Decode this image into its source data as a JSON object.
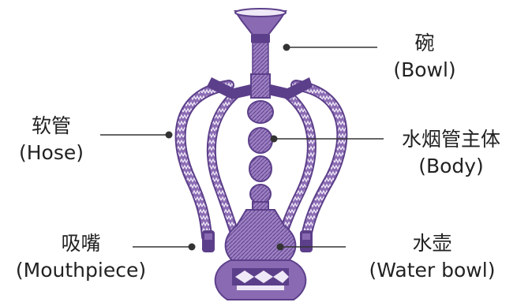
{
  "labels": {
    "bowl": {
      "cn": "碗",
      "en": "(Bowl)"
    },
    "hose": {
      "cn": "软管",
      "en": "(Hose)"
    },
    "body": {
      "cn": "水烟管主体",
      "en": "(Body)"
    },
    "mouthpiece": {
      "cn": "吸嘴",
      "en": "(Mouthpiece)"
    },
    "water_bowl": {
      "cn": "水壶",
      "en": "(Water bowl)"
    }
  },
  "colors": {
    "hookah_fill": "#8a6bb3",
    "hookah_dark": "#5c3f8a",
    "hookah_light": "#c9b8e0",
    "leader_line": "#333333"
  }
}
